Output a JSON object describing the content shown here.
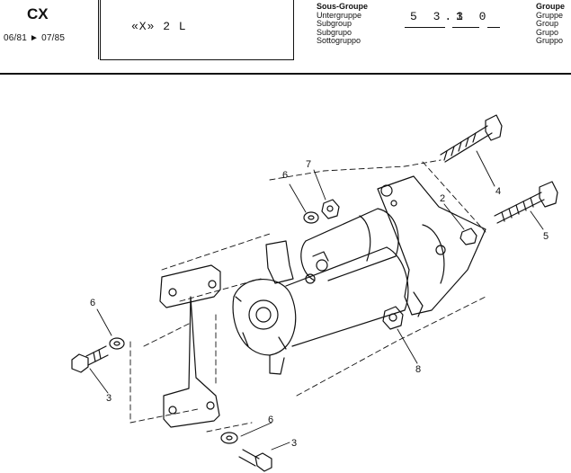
{
  "header": {
    "model": "CX",
    "date_range": "06/81 ► 07/85",
    "variant": "«X» 2 L",
    "subgroup_labels": [
      "Sous-Groupe",
      "Untergruppe",
      "Subgroup",
      "Subgrupo",
      "Sottogruppo"
    ],
    "group_code": "5 3.3",
    "subgroup_code": "1 0",
    "group_labels": [
      "Groupe",
      "Gruppe",
      "Group",
      "Grupo",
      "Gruppo"
    ]
  },
  "callouts": [
    "2",
    "3",
    "3",
    "4",
    "5",
    "6",
    "6",
    "6",
    "7",
    "8"
  ]
}
